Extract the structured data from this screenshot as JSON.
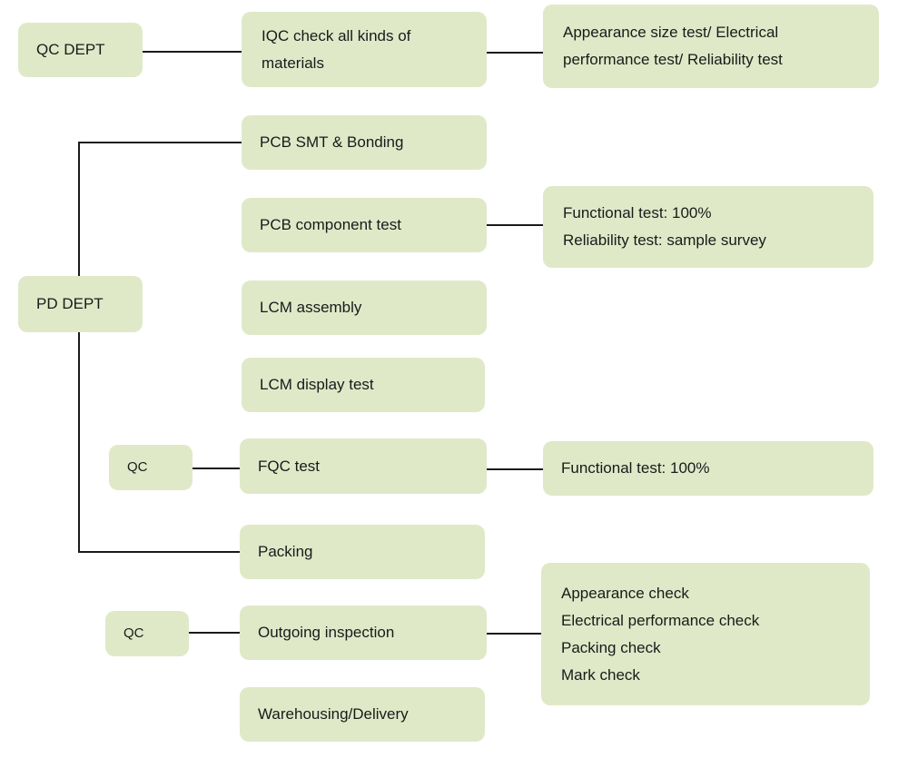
{
  "qc_dept": {
    "label": "QC DEPT",
    "iqc": [
      "IQC check all kinds of",
      "materials"
    ],
    "iqc_tests": [
      "Appearance size test/ Electrical",
      "performance test/ Reliability test"
    ]
  },
  "pd_dept": {
    "label": "PD DEPT",
    "steps": {
      "pcb_smt": "PCB SMT & Bonding",
      "pcb_component": "PCB component test",
      "lcm_assembly": "LCM assembly",
      "lcm_display": "LCM display test",
      "fqc": "FQC test",
      "packing": "Packing",
      "outgoing": "Outgoing inspection",
      "warehousing": "Warehousing/Delivery"
    }
  },
  "pcb_component_tests": [
    "Functional test: 100%",
    "Reliability test: sample survey"
  ],
  "fqc_tests": [
    "Functional test: 100%"
  ],
  "fqc_qc_label": "QC",
  "outgoing_qc_label": "QC",
  "outgoing_checks": [
    "Appearance check",
    "Electrical performance check",
    "Packing check",
    "Mark check"
  ],
  "colors": {
    "box_fill": "#dfe9c8",
    "line": "#1a1a1a"
  }
}
